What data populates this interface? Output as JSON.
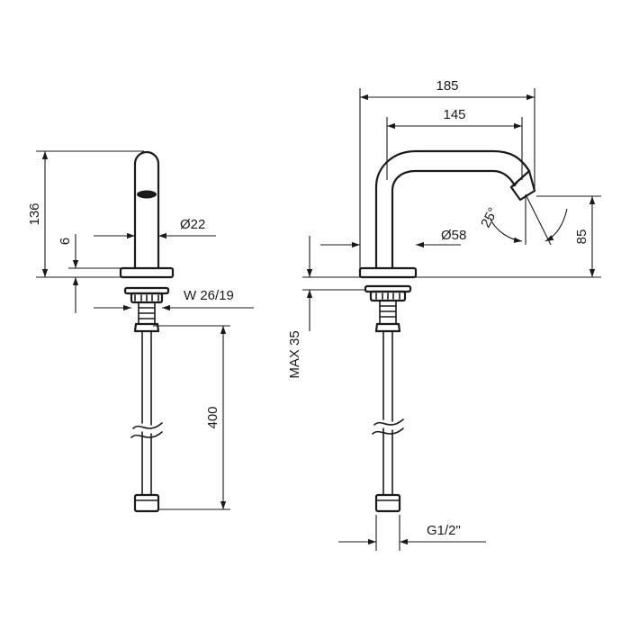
{
  "dimensions": {
    "left_height": "136",
    "left_base": "6",
    "spout_diameter": "Ø22",
    "wrench": "W 26/19",
    "hose_length": "400",
    "overall_width": "185",
    "spout_reach": "145",
    "angle": "25°",
    "outlet_height": "85",
    "base_diameter": "Ø58",
    "max_thickness": "MAX 35",
    "thread": "G1/2\""
  }
}
